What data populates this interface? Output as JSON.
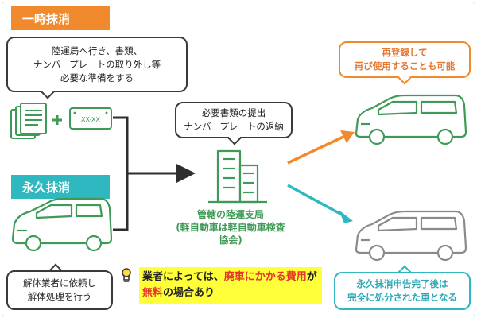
{
  "temporary": {
    "tag": "一時抹消",
    "bubble_line1": "陸運局へ行き、書類、",
    "bubble_line2": "ナンバープレートの取り外し等",
    "bubble_line3": "必要な準備をする",
    "plate_text": "XX-XX"
  },
  "permanent": {
    "tag": "永久抹消",
    "bubble_line1": "解体業者に依頼し",
    "bubble_line2": "解体処理を行う"
  },
  "bureau": {
    "bubble_line1": "必要書類の提出",
    "bubble_line2": "ナンバープレートの返納",
    "label_line1": "管轄の陸運支局",
    "label_line2": "(軽自動車は軽自動車検査協会)"
  },
  "reregister": {
    "bubble_line1": "再登録して",
    "bubble_line2": "再び使用することも可能"
  },
  "scrapped": {
    "bubble_line1": "永久抹消申告完了後は",
    "bubble_line2": "完全に処分された車となる"
  },
  "note": {
    "seg1": "業者によっては、",
    "seg2": "廃車にかか",
    "seg3": "る費用",
    "seg4": "が",
    "seg5": "無料",
    "seg6": "の場合あり"
  },
  "colors": {
    "orange": "#f08a2c",
    "teal": "#2fb8bf",
    "green": "#3e9a56",
    "gray": "#8a8a8a",
    "dark": "#3a3a3a",
    "highlight": "#ffff3a"
  }
}
